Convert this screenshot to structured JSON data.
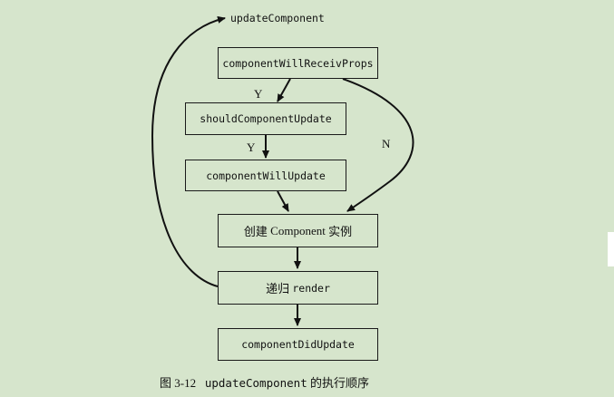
{
  "diagram": {
    "top_label": "updateComponent",
    "nodes": {
      "will_receive_props": "componentWillReceivProps",
      "should_update": "shouldComponentUpdate",
      "will_update": "componentWillUpdate",
      "create_component_prefix": "创建",
      "create_component_mid": "Component",
      "create_component_suffix": "实例",
      "render_prefix": "递归",
      "render_mono": "render",
      "did_update": "componentDidUpdate"
    },
    "edge_labels": {
      "yes_1": "Y",
      "yes_2": "Y",
      "no": "N"
    }
  },
  "caption": {
    "figure_number": "图 3-12",
    "code": "updateComponent",
    "text": "的执行顺序"
  }
}
